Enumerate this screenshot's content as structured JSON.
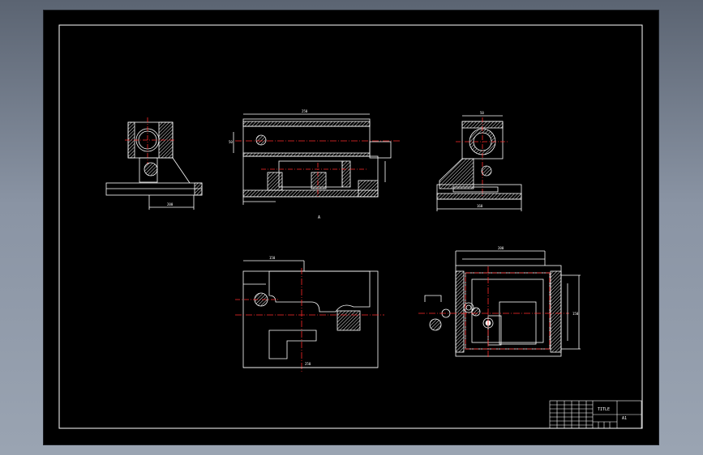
{
  "drawing": {
    "section_marker": "A",
    "colors": {
      "background": "#000000",
      "viewport": "#8a94a4",
      "outline": "#ffffff",
      "centerline": "#ff2a2a",
      "hatch": "#ffffff"
    }
  },
  "views": {
    "side_left": {
      "dimension": "200"
    },
    "front": {
      "dimension_top": "250",
      "dimension_right": "50"
    },
    "side_right": {
      "dimension_top": "50",
      "dimension_bottom": "160"
    },
    "plan_left": {
      "dimension_top": "150",
      "dimension_bottom": "250"
    },
    "plan_right": {
      "dimension_top": "200",
      "dimension_right": "150"
    }
  },
  "title_block": {
    "part_name": "TITLE",
    "drawing_no": "A1"
  }
}
